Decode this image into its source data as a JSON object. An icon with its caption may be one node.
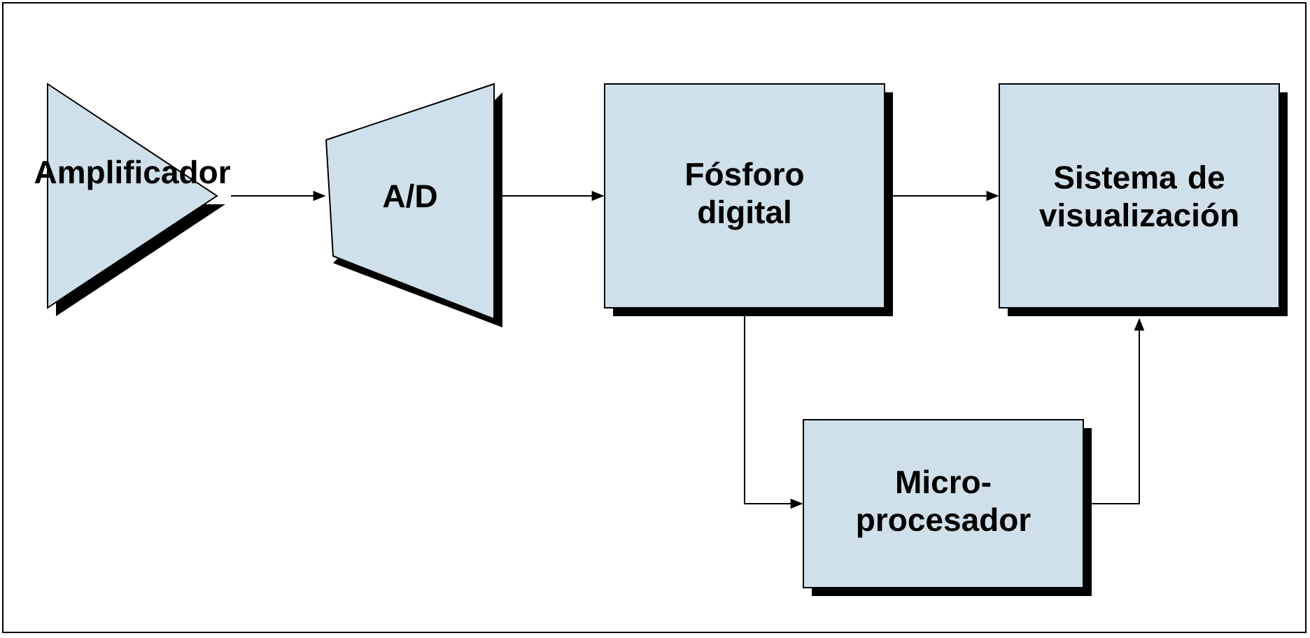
{
  "diagram": {
    "nodes": [
      {
        "text": [
          "Amplificador"
        ]
      },
      {
        "text": [
          "A/D"
        ]
      },
      {
        "text": [
          "Fósforo digital"
        ]
      },
      {
        "text": [
          "Sistema de visualización"
        ]
      },
      {
        "text": [
          "Micro- procesador"
        ]
      }
    ],
    "edges": [
      {
        "from": 0,
        "to": 1,
        "arrow": "to"
      },
      {
        "from": 1,
        "to": 2,
        "arrow": "to"
      },
      {
        "from": 2,
        "to": 3,
        "arrow": "to"
      },
      {
        "from": 2,
        "to": 4,
        "arrow": "to"
      },
      {
        "from": 4,
        "to": 3,
        "arrow": "to"
      }
    ]
  }
}
